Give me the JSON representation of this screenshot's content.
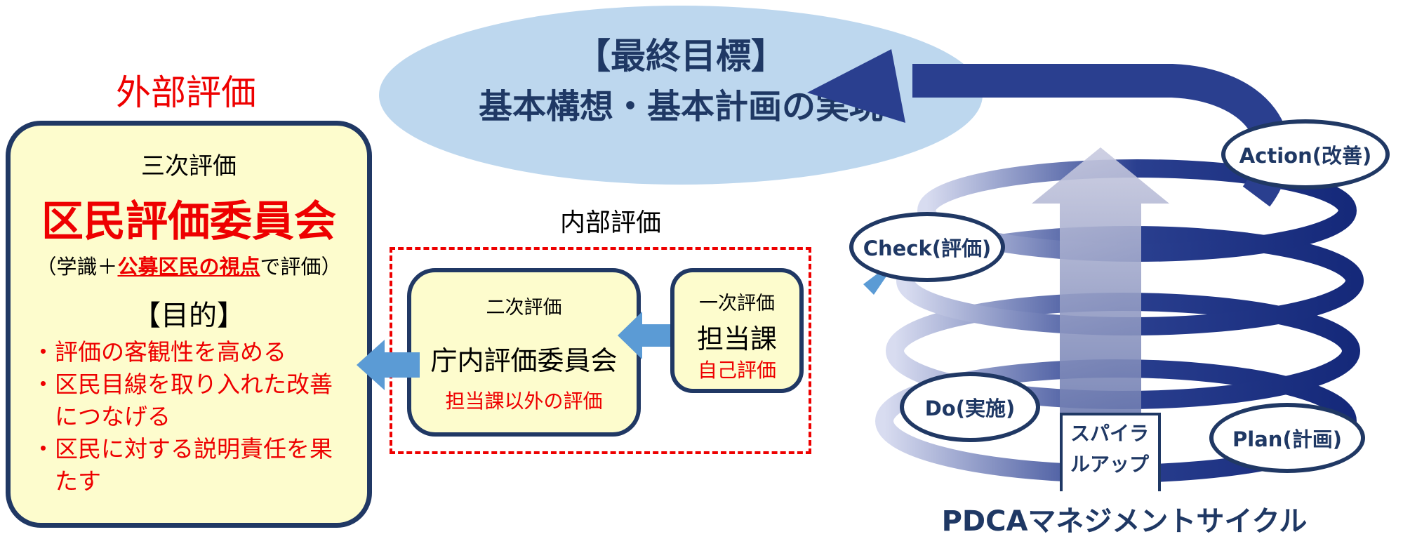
{
  "goal": {
    "line1": "【最終目標】",
    "line2": "基本構想・基本計画の実現"
  },
  "external": {
    "label": "外部評価",
    "level": "三次評価",
    "committee": "区民評価委員会",
    "viewpoint_prefix": "（学識＋",
    "viewpoint_highlight": "公募区民の視点",
    "viewpoint_suffix": "で評価）",
    "purpose_heading": "【目的】",
    "purposes": [
      "・評価の客観性を高める",
      "・区民目線を取り入れた改善",
      "　につなげる",
      "・区民に対する説明責任を果",
      "　たす"
    ]
  },
  "internal": {
    "label": "内部評価",
    "second": {
      "level": "二次評価",
      "committee": "庁内評価委員会",
      "note": "担当課以外の評価"
    },
    "first": {
      "level": "一次評価",
      "dept": "担当課",
      "note": "自己評価"
    }
  },
  "pdca": {
    "action": "Action(改善)",
    "check": "Check(評価)",
    "do": "Do(実施)",
    "plan": "Plan(計画)",
    "spiral_line1": "スパイラ",
    "spiral_line2": "ルアップ",
    "caption": "PDCAマネジメントサイクル"
  },
  "colors": {
    "navy": "#203864",
    "red": "#ee0000",
    "cream": "#fdfccd",
    "arrow_blue": "#5b9bd5",
    "goal_fill": "#bdd7ee"
  }
}
